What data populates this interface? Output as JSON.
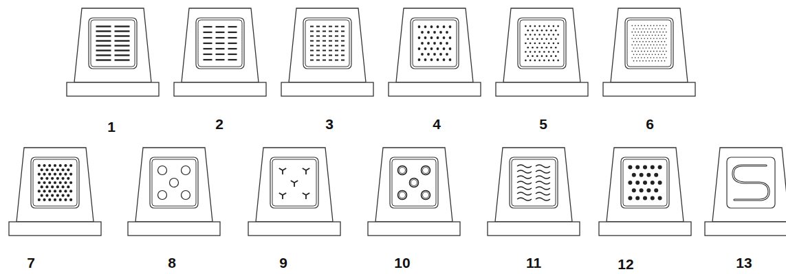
{
  "diagram": {
    "labels": [
      "1",
      "2",
      "3",
      "4",
      "5",
      "6",
      "7",
      "8",
      "9",
      "10",
      "11",
      "12",
      "13"
    ]
  }
}
